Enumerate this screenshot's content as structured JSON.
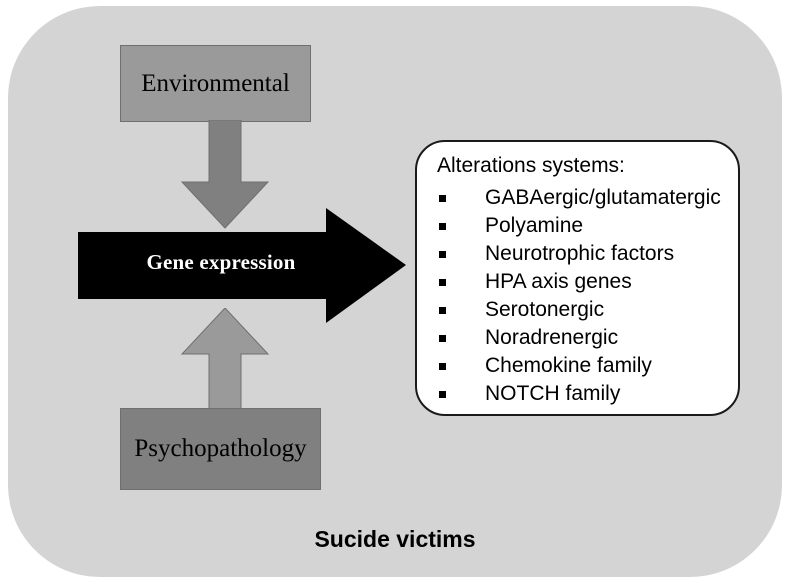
{
  "figure": {
    "caption": "Sucide victims",
    "panel_color": "#d4d4d4"
  },
  "sources": [
    {
      "id": "environmental",
      "label": "Environmental",
      "fill": "#9a9a9a"
    },
    {
      "id": "psychopathology",
      "label": "Psychopathology",
      "fill": "#808080"
    }
  ],
  "process": {
    "label": "Gene expression",
    "fill": "#000000",
    "text_color": "#ffffff"
  },
  "arrows": {
    "down_arrow": {
      "name": "environmental-to-gene-expression",
      "color": "#808080",
      "direction": "down"
    },
    "up_arrow": {
      "name": "psychopathology-to-gene-expression",
      "color": "#9a9a9a",
      "direction": "up"
    },
    "right_arrow": {
      "name": "gene-expression-to-alterations",
      "color": "#000000",
      "direction": "right"
    }
  },
  "alterations": {
    "title": "Alterations systems:",
    "bullet_glyph": "square-bullet",
    "items": [
      "GABAergic/glutamatergic",
      "Polyamine",
      "Neurotrophic factors",
      "HPA axis genes",
      "Serotonergic",
      "Noradrenergic",
      "Chemokine family",
      "NOTCH family"
    ]
  }
}
